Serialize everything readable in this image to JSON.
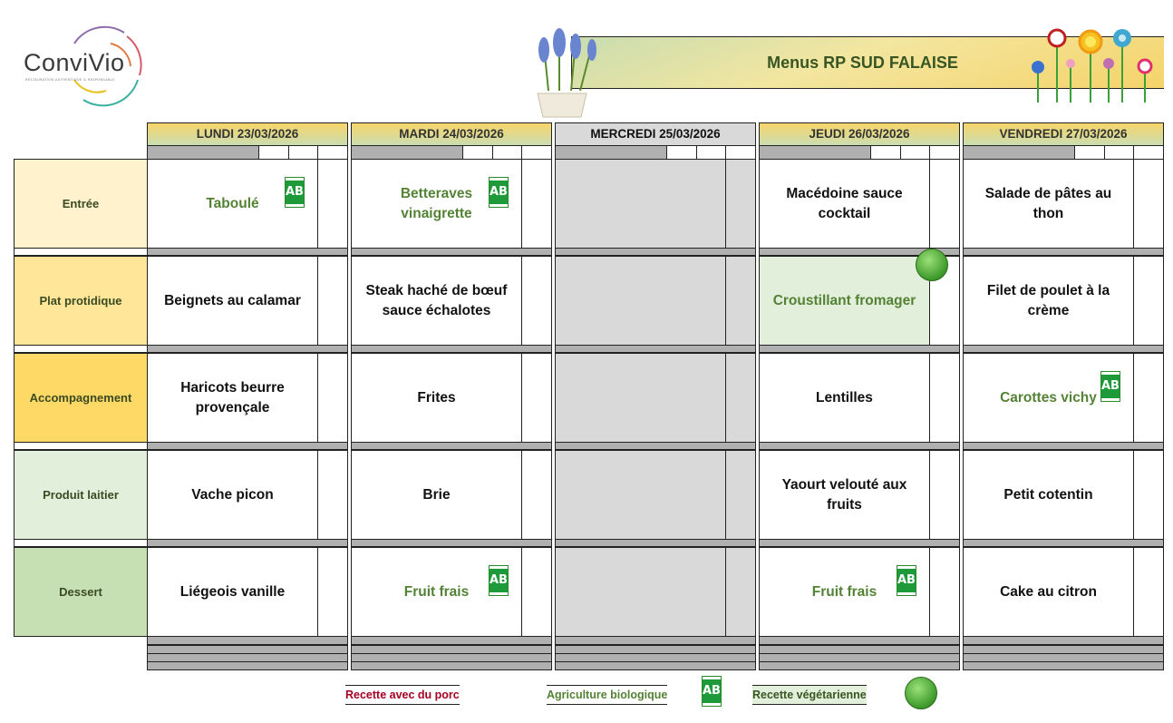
{
  "logo": {
    "name": "ConviVio",
    "tagline": "RESTAURATION AUTHENTIQUE & RESPONSABLE"
  },
  "title": "Menus RP SUD FALAISE",
  "days": [
    {
      "label": "LUNDI  23/03/2026",
      "closed": false
    },
    {
      "label": "MARDI 24/03/2026",
      "closed": false
    },
    {
      "label": "MERCREDI 25/03/2026",
      "closed": true
    },
    {
      "label": "JEUDI 26/03/2026",
      "closed": false
    },
    {
      "label": "VENDREDI 27/03/2026",
      "closed": false
    }
  ],
  "rows": [
    {
      "label": "Entrée",
      "color": "#fff2cc"
    },
    {
      "label": "Plat protidique",
      "color": "#ffe699"
    },
    {
      "label": "Accompagnement",
      "color": "#ffd966"
    },
    {
      "label": "Produit laitier",
      "color": "#e2efda"
    },
    {
      "label": "Dessert",
      "color": "#c6e0b4"
    }
  ],
  "menu": [
    [
      {
        "text": "Taboulé",
        "bio": true
      },
      {
        "text": "Beignets au calamar"
      },
      {
        "text": "Haricots beurre provençale"
      },
      {
        "text": "Vache picon"
      },
      {
        "text": "Liégeois vanille"
      }
    ],
    [
      {
        "text": "Betteraves vinaigrette",
        "bio": true
      },
      {
        "text": "Steak haché de bœuf sauce échalotes"
      },
      {
        "text": "Frites"
      },
      {
        "text": "Brie"
      },
      {
        "text": "Fruit frais",
        "bio": true
      }
    ],
    [
      {
        "text": ""
      },
      {
        "text": ""
      },
      {
        "text": ""
      },
      {
        "text": ""
      },
      {
        "text": ""
      }
    ],
    [
      {
        "text": "Macédoine sauce cocktail"
      },
      {
        "text": "Croustillant fromager",
        "veg": true
      },
      {
        "text": "Lentilles"
      },
      {
        "text": "Yaourt velouté aux fruits"
      },
      {
        "text": "Fruit frais",
        "bio": true
      }
    ],
    [
      {
        "text": "Salade de pâtes au thon"
      },
      {
        "text": "Filet de poulet à la crème"
      },
      {
        "text": "Carottes vichy",
        "bio": true
      },
      {
        "text": "Petit cotentin"
      },
      {
        "text": "Cake au citron"
      }
    ]
  ],
  "legend": {
    "pork": "Recette avec du porc",
    "bio": "Agriculture biologique",
    "veg": "Recette végétarienne",
    "bio_badge": "AB"
  },
  "colors": {
    "green_text": "#548235",
    "pork": "#a50021",
    "veg_bg": "#e2efda"
  }
}
